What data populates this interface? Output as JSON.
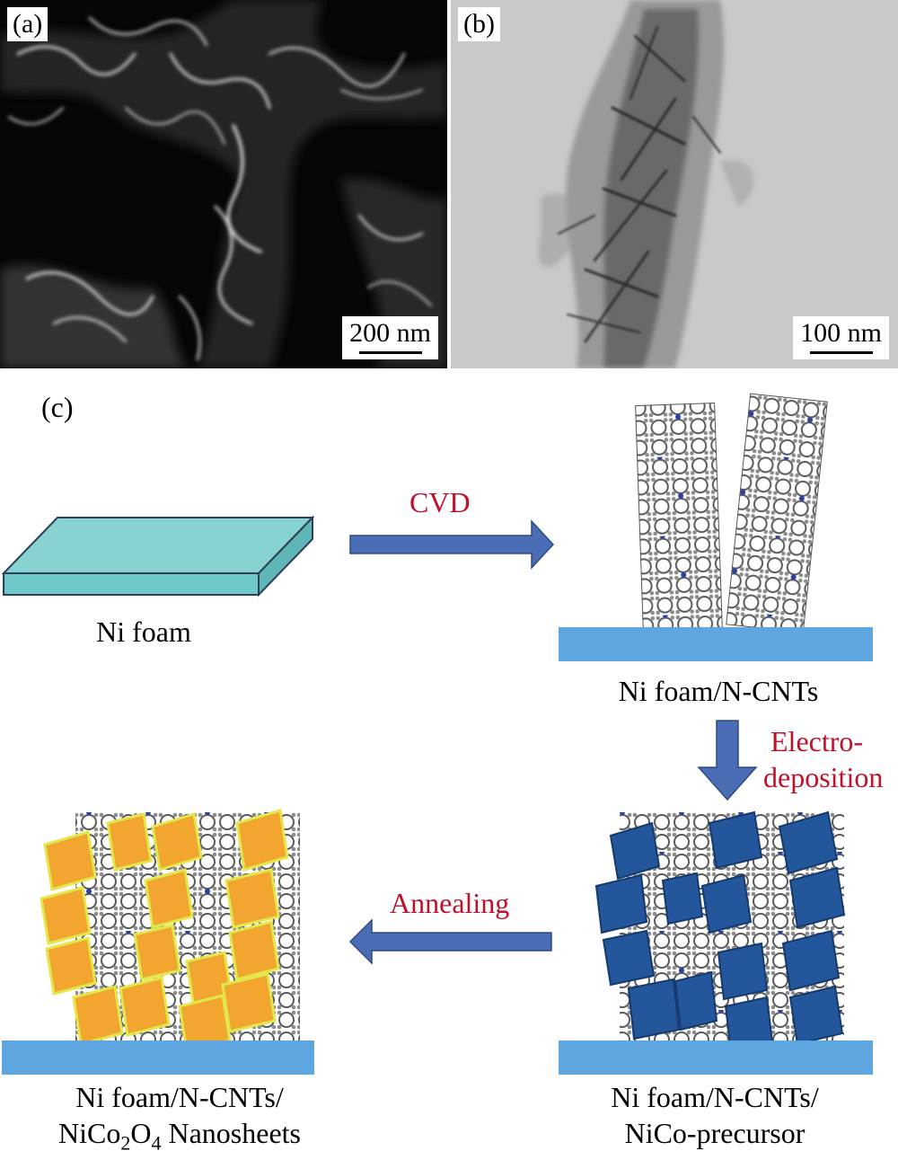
{
  "panel_a": {
    "label": "(a)",
    "scale": "200 nm"
  },
  "panel_b": {
    "label": "(b)",
    "scale": "100 nm"
  },
  "panel_c": {
    "label": "(c)",
    "steps": {
      "cvd": "CVD",
      "electro_1": "Electro-",
      "electro_2": "deposition",
      "annealing": "Annealing"
    },
    "stages": {
      "ni_foam": "Ni foam",
      "ni_foam_ncnt": "Ni foam/N-CNTs",
      "precursor_1": "Ni foam/N-CNTs/",
      "precursor_2": "NiCo-precursor",
      "final_1": "Ni foam/N-CNTs/",
      "final_2": "NiCo2O4 Nanosheets"
    },
    "step_color": "#c0102a",
    "arrow_color": "#4a6db5",
    "foam_color": "#6ec8c8",
    "substrate_color": "#5ea6df",
    "sheet_blue": "#23569a",
    "sheet_orange": "#f2a630"
  }
}
